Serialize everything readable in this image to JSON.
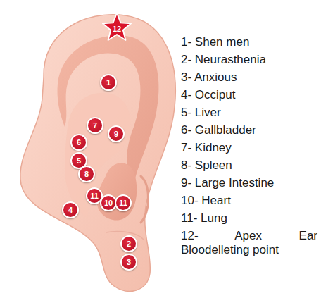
{
  "diagram": {
    "nodes": [
      {
        "text": [
          "12"
        ]
      },
      {
        "text": [
          "1"
        ]
      },
      {
        "text": [
          "7"
        ]
      },
      {
        "text": [
          "9"
        ]
      },
      {
        "text": [
          "6"
        ]
      },
      {
        "text": [
          "5"
        ]
      },
      {
        "text": [
          "8"
        ]
      },
      {
        "text": [
          "11"
        ]
      },
      {
        "text": [
          "10"
        ]
      },
      {
        "text": [
          "11"
        ]
      },
      {
        "text": [
          "4"
        ]
      },
      {
        "text": [
          "2"
        ]
      },
      {
        "text": [
          "3"
        ]
      }
    ],
    "labels": [
      "1- Shen men",
      "2- Neurasthenia",
      "3- Anxious",
      "4- Occiput",
      "5- Liver",
      "6- Gallbladder",
      "7- Kidney",
      "8- Spleen",
      "9- Large Intestine",
      "10- Heart",
      "11- Lung",
      "12- Apex Ear Bloodelleting point"
    ]
  }
}
